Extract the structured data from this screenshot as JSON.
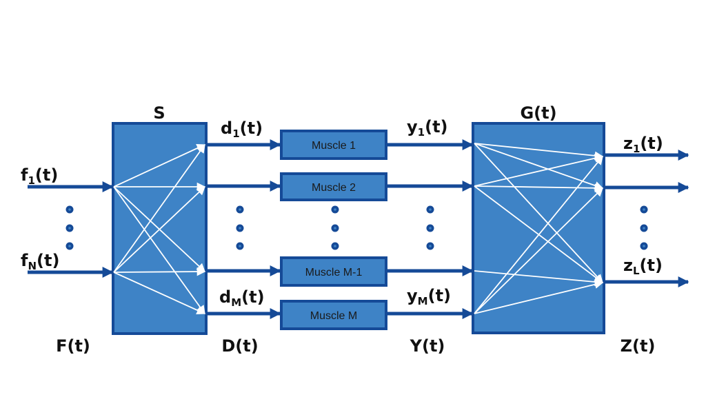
{
  "colors": {
    "dark_blue": "#154A97",
    "box_fill": "#3E83C6",
    "white": "#FFFFFF",
    "text": "#111111"
  },
  "blocks": {
    "s": {
      "label": "S"
    },
    "g": {
      "label": "G(t)"
    }
  },
  "muscles": [
    {
      "label": "Muscle 1"
    },
    {
      "label": "Muscle 2"
    },
    {
      "label": "Muscle M-1"
    },
    {
      "label": "Muscle M"
    }
  ],
  "signals": {
    "f1": {
      "base": "f",
      "sub": "1",
      "tail": "(t)"
    },
    "fN": {
      "base": "f",
      "sub": "N",
      "tail": "(t)"
    },
    "d1": {
      "base": "d",
      "sub": "1",
      "tail": "(t)"
    },
    "dM": {
      "base": "d",
      "sub": "M",
      "tail": "(t)"
    },
    "y1": {
      "base": "y",
      "sub": "1",
      "tail": "(t)"
    },
    "yM": {
      "base": "y",
      "sub": "M",
      "tail": "(t)"
    },
    "z1": {
      "base": "z",
      "sub": "1",
      "tail": "(t)"
    },
    "zL": {
      "base": "z",
      "sub": "L",
      "tail": "(t)"
    }
  },
  "vectors": {
    "F": "F(t)",
    "D": "D(t)",
    "Y": "Y(t)",
    "Z": "Z(t)"
  },
  "ellipsis_icon": "vertical-dots"
}
